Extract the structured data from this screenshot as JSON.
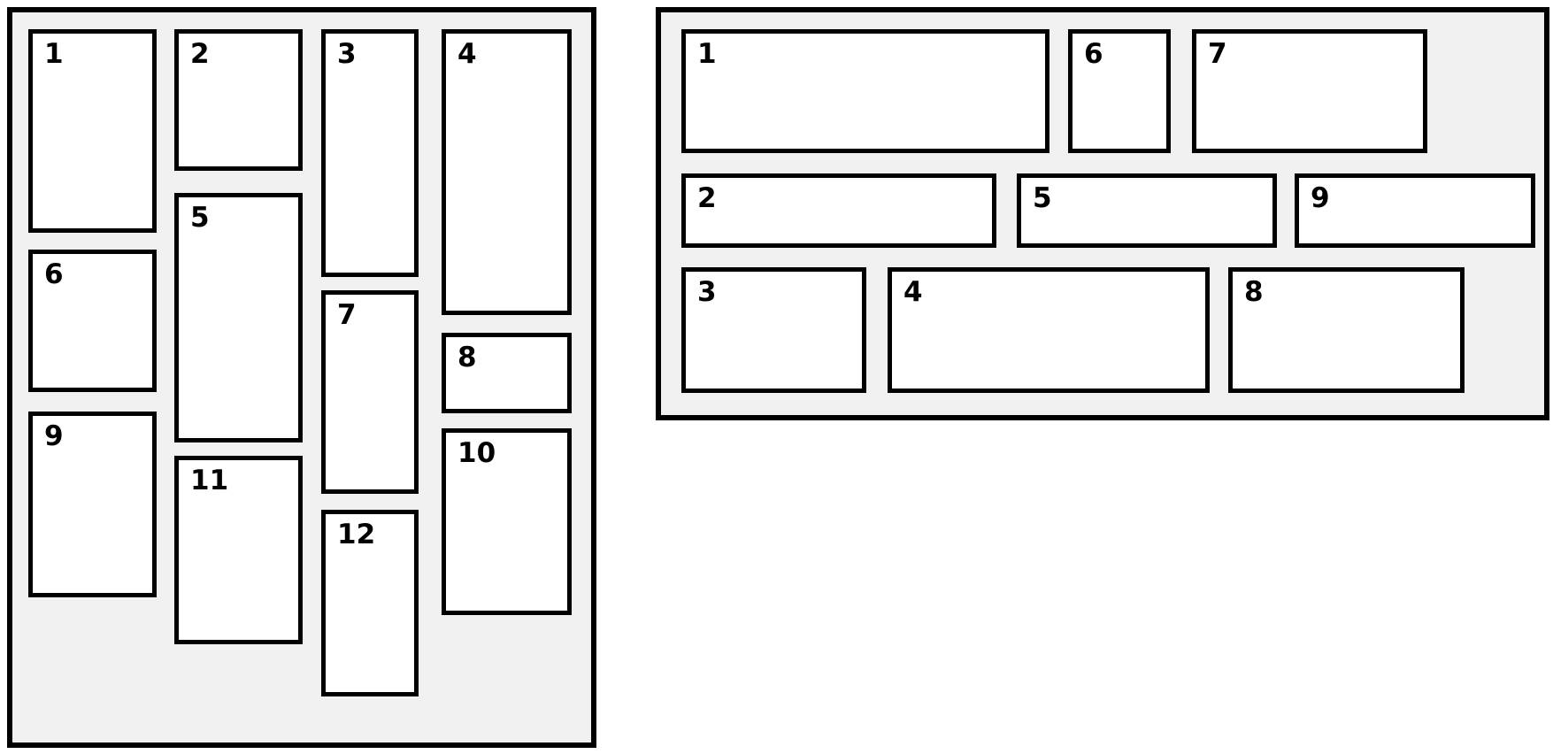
{
  "page": {
    "description": "Masonry versus grid layout diagram with numbered placeholder cards"
  },
  "colors": {
    "page_bg": "#ffffff",
    "panel_bg": "#f0f0f0",
    "card_bg": "#ffffff",
    "border": "#000000",
    "label_text": "#000000"
  },
  "left_panel": {
    "labels": [
      "1",
      "2",
      "3",
      "4",
      "5",
      "6",
      "7",
      "8",
      "9",
      "10",
      "11",
      "12"
    ]
  },
  "right_panel": {
    "labels": [
      "1",
      "2",
      "3",
      "4",
      "5",
      "6",
      "7",
      "8",
      "9"
    ]
  }
}
